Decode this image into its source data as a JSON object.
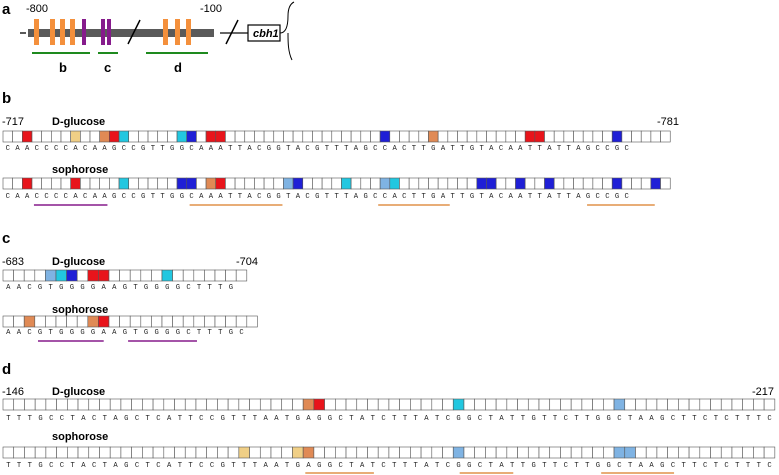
{
  "colors": {
    "red": "#e8141b",
    "blue": "#1f1fd6",
    "cyan": "#22c7e0",
    "lightblue": "#7fb3e3",
    "orange": "#e08a55",
    "yellow": "#f0cf86",
    "empty": "#ffffff",
    "sitebar_orange": "#f4903c",
    "sitebar_purple": "#861b8c",
    "bracket_green": "#1e8a1e",
    "underline_orange": "#e0924a",
    "underline_purple": "#861b8c",
    "backbone": "#5a5a5a"
  },
  "panel_a": {
    "letter": "a",
    "left_pos": "-800",
    "right_pos": "-100",
    "gene": "cbh1",
    "segments": [
      {
        "label": "b"
      },
      {
        "label": "c"
      },
      {
        "label": "d"
      }
    ]
  },
  "panel_b": {
    "letter": "b",
    "start": "-717",
    "end": "-781",
    "cond1": "D-glucose",
    "cond2": "sophorose",
    "seq": "CAACCCCACAAGCCGTTGGCAAATTACGGTACGTTTAGCCACTTGATTGTACAATTATTAGCCGC",
    "track1": [
      "w",
      "w",
      "r",
      "w",
      "w",
      "w",
      "w",
      "y",
      "w",
      "w",
      "o",
      "r",
      "c",
      "w",
      "w",
      "w",
      "w",
      "w",
      "c",
      "b",
      "w",
      "r",
      "r",
      "w",
      "w",
      "w",
      "w",
      "w",
      "w",
      "w",
      "w",
      "w",
      "w",
      "w",
      "w",
      "w",
      "w",
      "w",
      "w",
      "b",
      "w",
      "w",
      "w",
      "w",
      "o",
      "w",
      "w",
      "w",
      "w",
      "w",
      "w",
      "w",
      "w",
      "w",
      "r",
      "r",
      "w",
      "w",
      "w",
      "w",
      "w",
      "w",
      "w",
      "b",
      "w",
      "w",
      "w",
      "w",
      "w"
    ],
    "track2": [
      "w",
      "w",
      "r",
      "w",
      "w",
      "w",
      "w",
      "r",
      "w",
      "w",
      "w",
      "w",
      "c",
      "w",
      "w",
      "w",
      "w",
      "w",
      "b",
      "b",
      "w",
      "o",
      "r",
      "w",
      "w",
      "w",
      "w",
      "w",
      "w",
      "l",
      "b",
      "w",
      "w",
      "w",
      "w",
      "c",
      "w",
      "w",
      "w",
      "l",
      "c",
      "w",
      "w",
      "w",
      "w",
      "w",
      "w",
      "w",
      "w",
      "b",
      "b",
      "w",
      "w",
      "b",
      "w",
      "w",
      "b",
      "w",
      "w",
      "w",
      "w",
      "w",
      "w",
      "b",
      "w",
      "w",
      "w",
      "b",
      "w"
    ],
    "underlines": [
      {
        "color": "purple"
      },
      {
        "color": "orange"
      },
      {
        "color": "orange"
      },
      {
        "color": "orange"
      }
    ]
  },
  "panel_c": {
    "letter": "c",
    "start": "-683",
    "end": "-704",
    "cond1": "D-glucose",
    "cond2": "sophorose",
    "seq1": "AACGTGGGGAAGTGGGGCTTTG",
    "seq2": "AACGTGGGGAAGTGGGGCTTTGC",
    "track1": [
      "w",
      "w",
      "w",
      "w",
      "l",
      "c",
      "b",
      "w",
      "r",
      "r",
      "w",
      "w",
      "w",
      "w",
      "w",
      "c",
      "w",
      "w",
      "w",
      "w",
      "w",
      "w",
      "w"
    ],
    "track2": [
      "w",
      "w",
      "o",
      "w",
      "w",
      "w",
      "w",
      "w",
      "o",
      "r",
      "w",
      "w",
      "w",
      "w",
      "w",
      "w",
      "w",
      "w",
      "w",
      "w",
      "w",
      "w",
      "w",
      "w"
    ],
    "underlines": [
      {
        "color": "purple"
      },
      {
        "color": "purple"
      }
    ]
  },
  "panel_d": {
    "letter": "d",
    "start": "-146",
    "end": "-217",
    "cond1": "D-glucose",
    "cond2": "sophorose",
    "seq": "TTTGCCTACTAGCTCATTCCGTTTAATGAGGCTATCTTTATCGGCTATTGTTCTTGGCTAAGCTTCTCTTTC",
    "track1": [
      "w",
      "w",
      "w",
      "w",
      "w",
      "w",
      "w",
      "w",
      "w",
      "w",
      "w",
      "w",
      "w",
      "w",
      "w",
      "w",
      "w",
      "w",
      "w",
      "w",
      "w",
      "w",
      "w",
      "w",
      "w",
      "w",
      "w",
      "w",
      "o",
      "r",
      "w",
      "w",
      "w",
      "w",
      "w",
      "w",
      "w",
      "w",
      "w",
      "w",
      "w",
      "w",
      "c",
      "w",
      "w",
      "w",
      "w",
      "w",
      "w",
      "w",
      "w",
      "w",
      "w",
      "w",
      "w",
      "w",
      "w",
      "l",
      "w",
      "w",
      "w",
      "w",
      "w",
      "w",
      "w",
      "w",
      "w",
      "w",
      "w",
      "w",
      "w",
      "w"
    ],
    "track2": [
      "w",
      "w",
      "w",
      "w",
      "w",
      "w",
      "w",
      "w",
      "w",
      "w",
      "w",
      "w",
      "w",
      "w",
      "w",
      "w",
      "w",
      "w",
      "w",
      "w",
      "w",
      "w",
      "y",
      "w",
      "w",
      "w",
      "w",
      "y",
      "o",
      "w",
      "w",
      "w",
      "w",
      "w",
      "w",
      "w",
      "w",
      "w",
      "w",
      "w",
      "w",
      "w",
      "l",
      "w",
      "w",
      "w",
      "w",
      "w",
      "w",
      "w",
      "w",
      "w",
      "w",
      "w",
      "w",
      "w",
      "w",
      "l",
      "l",
      "w",
      "w",
      "w",
      "w",
      "w",
      "w",
      "w",
      "w",
      "w",
      "w",
      "w",
      "w",
      "w"
    ],
    "underlines": [
      {
        "color": "orange"
      },
      {
        "color": "orange"
      },
      {
        "color": "orange"
      }
    ]
  }
}
